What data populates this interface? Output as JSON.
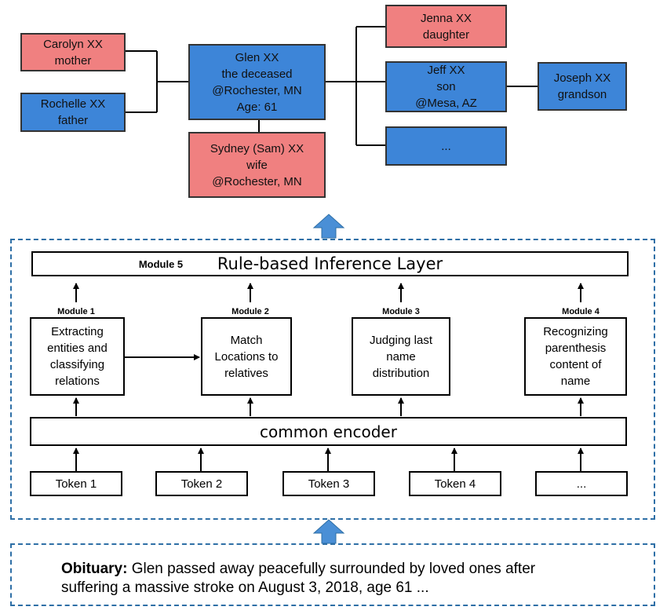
{
  "family_tree": {
    "mother": {
      "lines": [
        "Carolyn XX",
        "mother"
      ]
    },
    "father": {
      "lines": [
        "Rochelle XX",
        "father"
      ]
    },
    "deceased": {
      "lines": [
        "Glen XX",
        "the deceased",
        "@Rochester, MN",
        "Age: 61"
      ]
    },
    "wife": {
      "lines": [
        "Sydney (Sam) XX",
        "wife",
        "@Rochester, MN"
      ]
    },
    "daughter": {
      "lines": [
        "Jenna XX",
        "daughter"
      ]
    },
    "son": {
      "lines": [
        "Jeff XX",
        "son",
        "@Mesa, AZ"
      ]
    },
    "grandson": {
      "lines": [
        "Joseph XX",
        "grandson"
      ]
    },
    "more_children": {
      "lines": [
        "..."
      ]
    }
  },
  "colors": {
    "female": "#f08080",
    "male": "#3d85d8",
    "arrow": "#4a8fd6",
    "dashed_border": "#2e6fa6"
  },
  "model": {
    "inference_layer": {
      "module_label": "Module 5",
      "title": "Rule-based Inference Layer"
    },
    "modules": [
      {
        "label": "Module 1",
        "lines": [
          "Extracting",
          "entities and",
          "classifying",
          "relations"
        ]
      },
      {
        "label": "Module 2",
        "lines": [
          "Match",
          "Locations to",
          "relatives"
        ]
      },
      {
        "label": "Module 3",
        "lines": [
          "Judging last",
          "name",
          "distribution"
        ]
      },
      {
        "label": "Module 4",
        "lines": [
          "Recognizing",
          "parenthesis",
          "content of",
          "name"
        ]
      }
    ],
    "encoder": "common encoder",
    "tokens": [
      "Token 1",
      "Token 2",
      "Token 3",
      "Token 4",
      "..."
    ]
  },
  "obituary": {
    "label": "Obituary:",
    "line1": "Glen passed away peacefully surrounded by loved ones after",
    "line2": "suffering a massive stroke on August 3, 2018, age 61 ..."
  }
}
